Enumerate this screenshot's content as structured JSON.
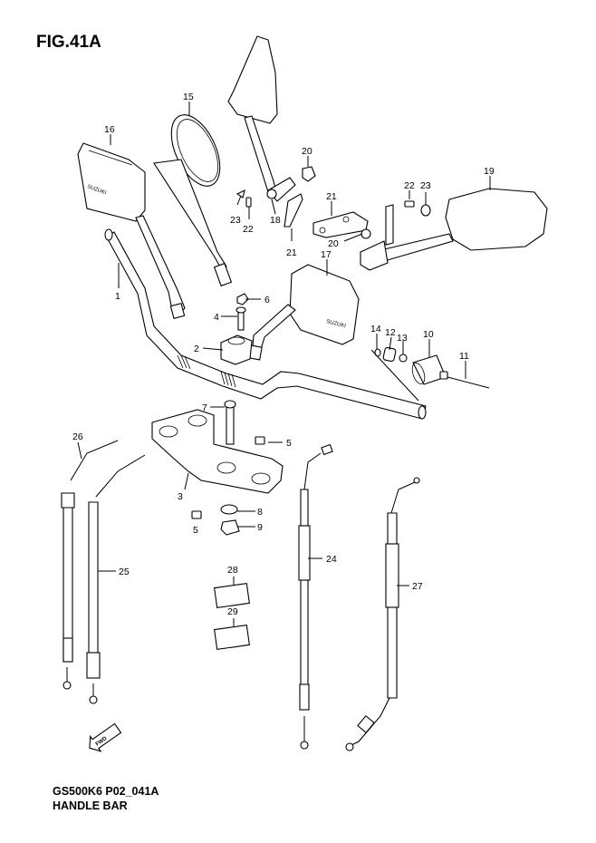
{
  "figure": {
    "title": "FIG.41A",
    "code": "GS500K6 P02_041A",
    "subtitle": "HANDLE BAR",
    "forward_arrow_label": "FWD",
    "brand_mark": "SUZUKI"
  },
  "callouts": [
    "1",
    "2",
    "3",
    "4",
    "5",
    "5",
    "6",
    "7",
    "8",
    "9",
    "10",
    "11",
    "12",
    "13",
    "14",
    "15",
    "16",
    "17",
    "18",
    "19",
    "20",
    "20",
    "21",
    "21",
    "22",
    "22",
    "23",
    "23",
    "24",
    "25",
    "26",
    "27",
    "28",
    "29"
  ]
}
